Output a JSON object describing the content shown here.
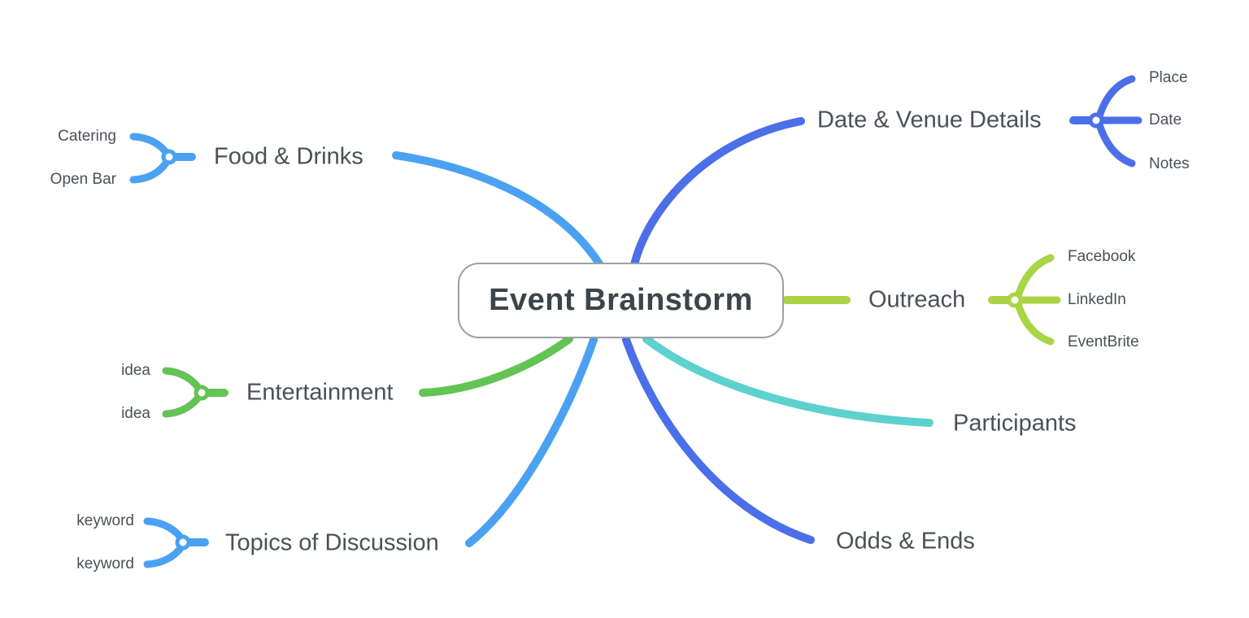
{
  "title": "Event Brainstorm",
  "colors": {
    "blue": "#4ba1f1",
    "indigo": "#4b6fe8",
    "green": "#63c354",
    "lime": "#a8d445",
    "teal": "#5cd1cd",
    "node_border": "#9aa0a6",
    "label_text": "#4a5058",
    "title_text": "#3d444b"
  },
  "branches": [
    {
      "label": "Food & Drinks",
      "color": "#4ba1f1",
      "side": "left",
      "children": [
        "Catering",
        "Open Bar"
      ]
    },
    {
      "label": "Entertainment",
      "color": "#63c354",
      "side": "left",
      "children": [
        "idea",
        "idea"
      ]
    },
    {
      "label": "Topics of Discussion",
      "color": "#4ba1f1",
      "side": "left",
      "children": [
        "keyword",
        "keyword"
      ]
    },
    {
      "label": "Date & Venue Details",
      "color": "#4b6fe8",
      "side": "right",
      "children": [
        "Place",
        "Date",
        "Notes"
      ]
    },
    {
      "label": "Outreach",
      "color": "#a8d445",
      "side": "right",
      "children": [
        "Facebook",
        "LinkedIn",
        "EventBrite"
      ]
    },
    {
      "label": "Participants",
      "color": "#5cd1cd",
      "side": "right",
      "children": []
    },
    {
      "label": "Odds & Ends",
      "color": "#4b6fe8",
      "side": "right",
      "children": []
    }
  ]
}
